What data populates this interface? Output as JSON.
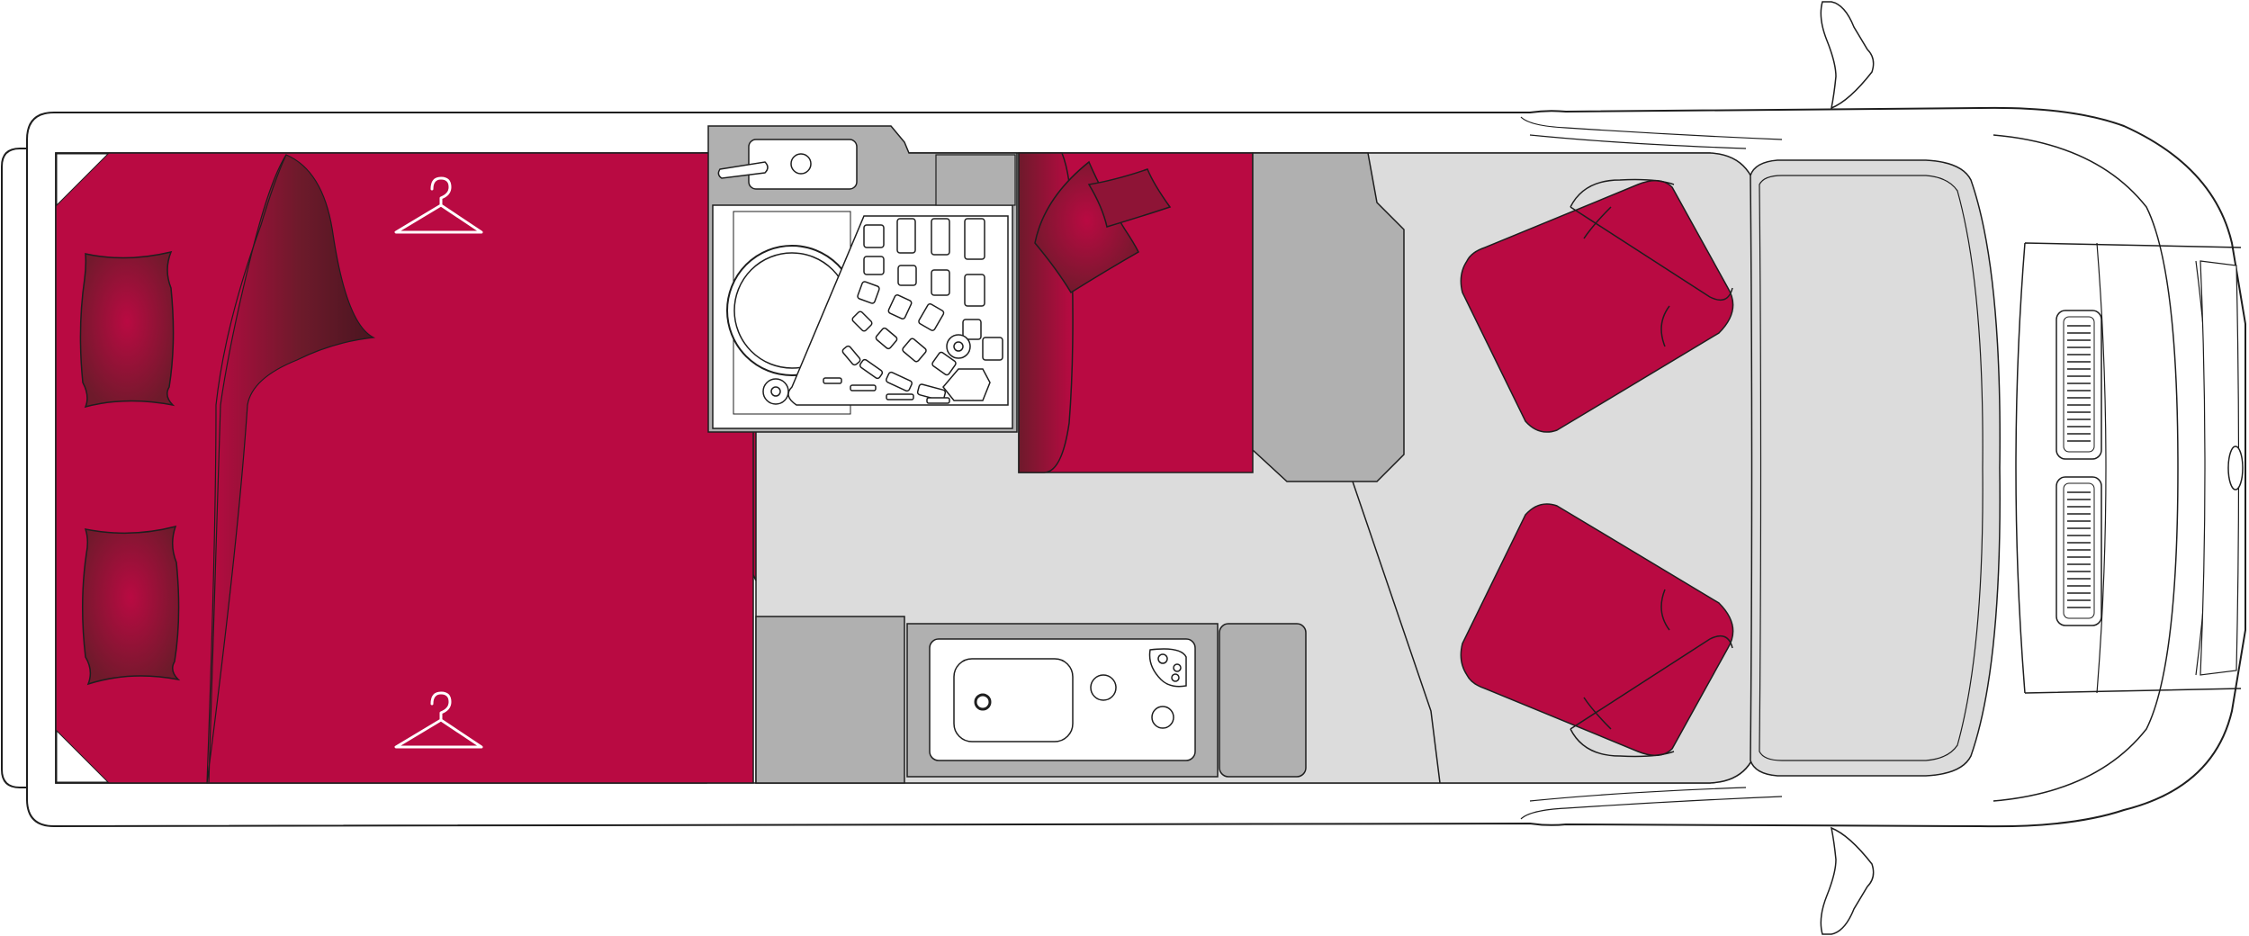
{
  "diagram": {
    "type": "campervan-floor-plan",
    "orientation": "rear-left-cab-right",
    "colors": {
      "upholstery": "#b90a42",
      "upholstery_dark": "#6e1a2b",
      "floor": "#dcdcdc",
      "furniture": "#b0b0b0",
      "bathroom": "#ffffff",
      "outline": "#1e1e1e",
      "hanger": "#ffffff"
    },
    "icons": {
      "wardrobe": "hanger-icon",
      "pillow": "pillow-icon",
      "seat": "cab-seat-icon",
      "sink": "sink-icon",
      "toilet": "toilet-icon",
      "shower": "shower-tray-icon",
      "hob": "hob-icon"
    },
    "zones": [
      "rear-bed",
      "wardrobe",
      "washroom",
      "dinette-bench",
      "kitchen",
      "cab"
    ]
  }
}
